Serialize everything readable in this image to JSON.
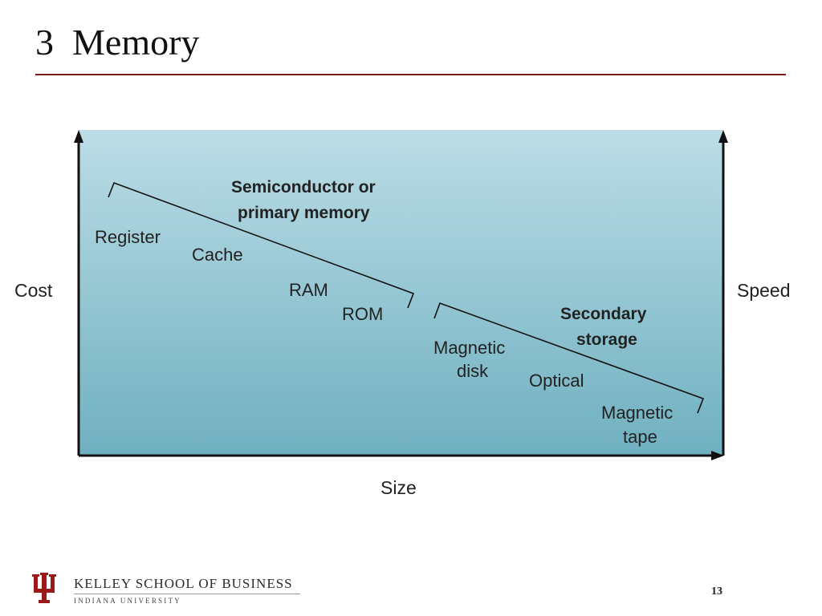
{
  "slide": {
    "title": "3  Memory",
    "page_number": "13"
  },
  "diagram": {
    "axis_labels": {
      "left": "Cost",
      "right": "Speed",
      "bottom": "Size"
    },
    "primary_group": {
      "heading_lines": [
        "Semiconductor or",
        "primary memory"
      ],
      "items": [
        "Register",
        "Cache",
        "RAM",
        "ROM"
      ]
    },
    "secondary_group": {
      "heading_lines": [
        "Secondary",
        "storage"
      ],
      "items": [
        [
          "Magnetic",
          "disk"
        ],
        [
          "Optical"
        ],
        [
          "Magnetic",
          "tape"
        ]
      ]
    },
    "colors": {
      "gradient_top": "#bcdde6",
      "gradient_bottom": "#6fb0c0",
      "axis": "#111111",
      "accent": "#7d1a1a"
    }
  },
  "footer": {
    "school": "KELLEY SCHOOL OF BUSINESS",
    "university": "INDIANA UNIVERSITY",
    "logo_icon": "trident-icon"
  }
}
